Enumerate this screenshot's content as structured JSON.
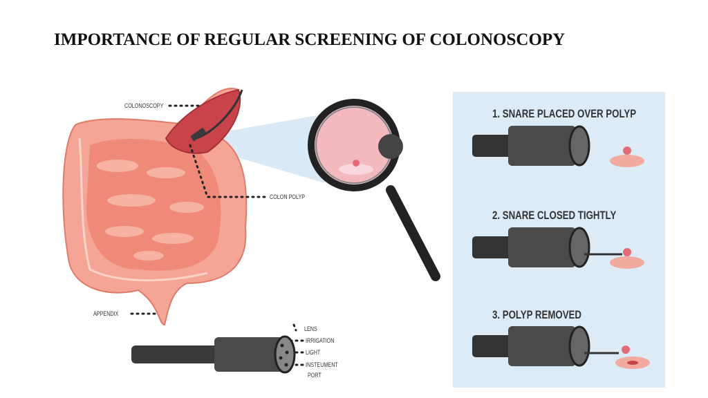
{
  "title": "IMPORTANCE OF REGULAR SCREENING OF COLONOSCOPY",
  "anatomy_labels": {
    "colonoscopy": "COLONOSCOPY",
    "colon_polyp": "COLON POLYP",
    "appendix": "APPENDIX"
  },
  "scope_tip_labels": {
    "lens": "LENS",
    "irrigation": "IRRIGATION",
    "light": "LIGHT",
    "instrument_port_1": "INSTEUMENT",
    "instrument_port_2": "PORT"
  },
  "steps": [
    {
      "label": "1. SNARE PLACED OVER POLYP"
    },
    {
      "label": "2. SNARE CLOSED TIGHTLY"
    },
    {
      "label": "3. POLYP REMOVED"
    }
  ],
  "colors": {
    "panel": "#dcebf6",
    "intestine": "#f08a78",
    "colon": "#c8434a",
    "scope": "#3a3a3a"
  }
}
